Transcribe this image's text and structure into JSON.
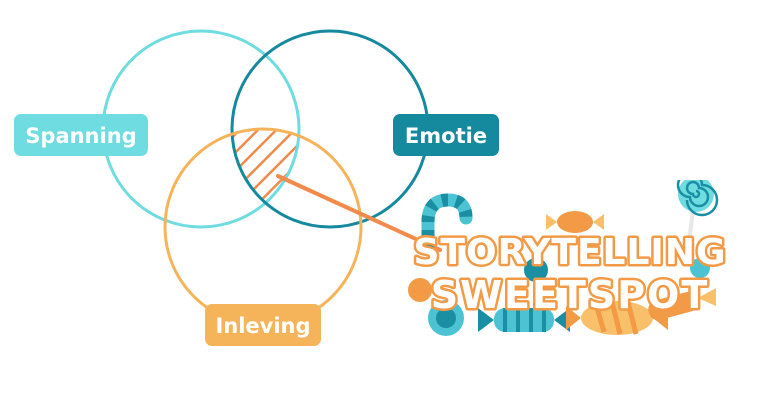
{
  "diagram": {
    "type": "venn",
    "sets": [
      {
        "id": "spanning",
        "label": "Spanning",
        "color": "#6edce0"
      },
      {
        "id": "emotie",
        "label": "Emotie",
        "color": "#15899d"
      },
      {
        "id": "inleving",
        "label": "Inleving",
        "color": "#f6b45a"
      }
    ],
    "highlight": {
      "color": "#f08b4c"
    }
  },
  "logo": {
    "line1": "STORYTELLING",
    "line2": "SWEETSPOT",
    "colors": [
      "#f29a45",
      "#4cc3d2",
      "#1a8ea3",
      "#f8c06a"
    ]
  }
}
